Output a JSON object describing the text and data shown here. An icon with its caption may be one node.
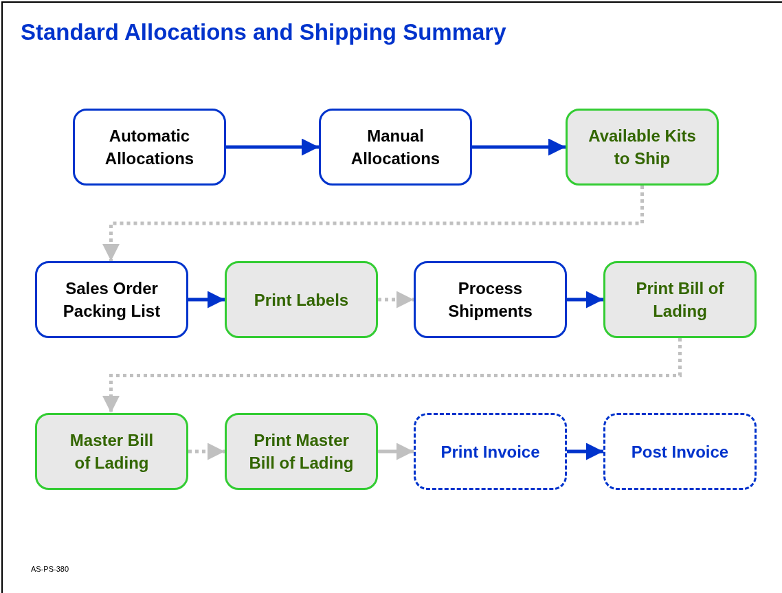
{
  "diagram": {
    "title": "Standard Allocations and Shipping Summary",
    "nodes": [
      {
        "text": [
          "Automatic Allocations"
        ]
      },
      {
        "text": [
          "Manual Allocations"
        ]
      },
      {
        "text": [
          "Available Kits to Ship"
        ]
      },
      {
        "text": [
          "Sales Order Packing List"
        ]
      },
      {
        "text": [
          "Print Labels"
        ]
      },
      {
        "text": [
          "Process Shipments"
        ]
      },
      {
        "text": [
          "Print Bill of Lading"
        ]
      },
      {
        "text": [
          "Master Bill of Lading"
        ]
      },
      {
        "text": [
          "Print Master Bill of Lading"
        ]
      },
      {
        "text": [
          "Print Invoice"
        ]
      },
      {
        "text": [
          "Post Invoice"
        ]
      }
    ],
    "edges": [
      {
        "from": 0,
        "to": 1,
        "arrow": "to"
      },
      {
        "from": 1,
        "to": 2,
        "arrow": "to"
      },
      {
        "from": 2,
        "to": 3,
        "arrow": "to",
        "style": "dashed",
        "color": "#c0c0c0"
      },
      {
        "from": 3,
        "to": 4,
        "arrow": "to"
      },
      {
        "from": 4,
        "to": 5,
        "arrow": "to",
        "style": "dashed",
        "color": "#c0c0c0"
      },
      {
        "from": 5,
        "to": 6,
        "arrow": "to"
      },
      {
        "from": 6,
        "to": 7,
        "arrow": "to",
        "style": "dashed",
        "color": "#c0c0c0"
      },
      {
        "from": 7,
        "to": 8,
        "arrow": "to",
        "style": "dashed",
        "color": "#c0c0c0"
      },
      {
        "from": 8,
        "to": 9,
        "arrow": "to",
        "color": "#c0c0c0"
      },
      {
        "from": 9,
        "to": 10,
        "arrow": "to"
      }
    ],
    "labels": [
      "AS-PS-380"
    ]
  }
}
